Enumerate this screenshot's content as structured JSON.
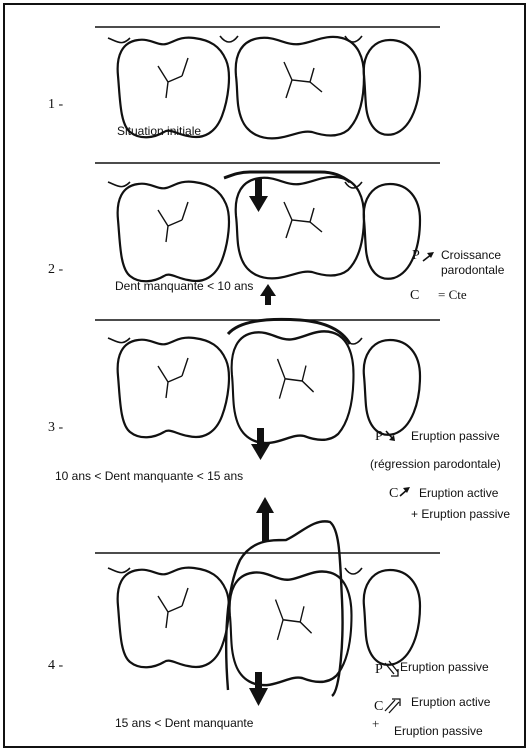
{
  "stages": [
    {
      "number": "1 -",
      "caption": "Situation initiale"
    },
    {
      "number": "2 -",
      "caption": "Dent manquante < 10 ans",
      "annotations": {
        "p_symbol": "P",
        "p_text_1": "Croissance",
        "p_text_2": "parodontale",
        "c_symbol": "C",
        "c_text": "= Cte"
      }
    },
    {
      "number": "3 -",
      "caption": "10 ans < Dent manquante < 15 ans",
      "annotations": {
        "p_symbol": "P",
        "p_text_1": "Eruption passive",
        "p_text_2": "(régression parodontale)",
        "c_symbol": "C",
        "c_text_1": "Eruption active",
        "c_text_2": "+ Eruption passive"
      }
    },
    {
      "number": "4 -",
      "caption": "15 ans < Dent manquante",
      "annotations": {
        "p_symbol": "P",
        "p_text": "Eruption passive",
        "c_symbol": "C",
        "c_text": "Eruption active",
        "plus": "+",
        "plus_text": "Eruption passive"
      }
    }
  ]
}
